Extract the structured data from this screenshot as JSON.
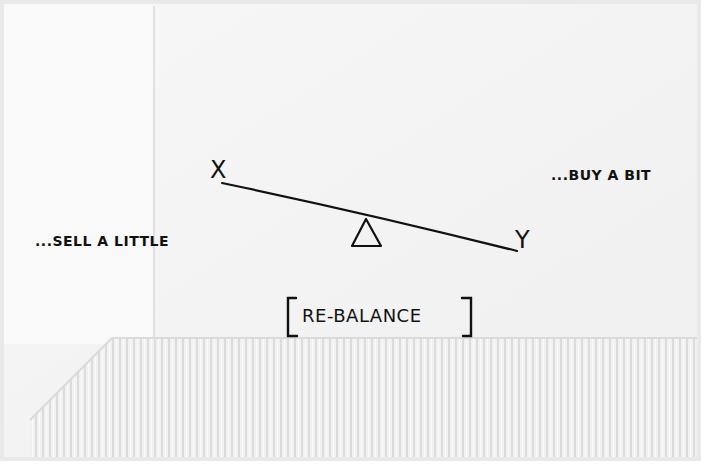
{
  "diagram": {
    "labels": [
      "X",
      "...BUY A BIT",
      "Y",
      "...SELL A LITTLE",
      "RE-BALANCE"
    ]
  }
}
